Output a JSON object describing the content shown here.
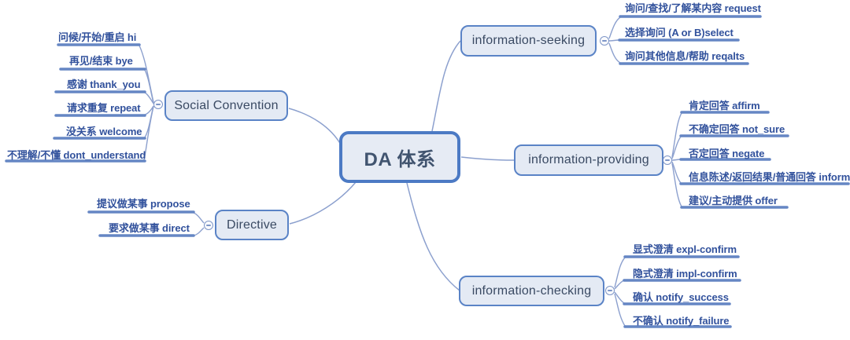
{
  "diagram": {
    "root": {
      "label": "DA 体系"
    },
    "branches": [
      {
        "id": "social-convention",
        "label": "Social Convention",
        "children": [
          {
            "label": "问候/开始/重启 hi"
          },
          {
            "label": "再见/结束 bye"
          },
          {
            "label": "感谢 thank_you"
          },
          {
            "label": "请求重复 repeat"
          },
          {
            "label": "没关系 welcome"
          },
          {
            "label": "不理解/不懂 dont_understand"
          }
        ]
      },
      {
        "id": "directive",
        "label": "Directive",
        "children": [
          {
            "label": "提议做某事 propose"
          },
          {
            "label": "要求做某事 direct"
          }
        ]
      },
      {
        "id": "information-seeking",
        "label": "information-seeking",
        "children": [
          {
            "label": "询问/查找/了解某内容 request"
          },
          {
            "label": "选择询问 (A or B)select"
          },
          {
            "label": "询问其他信息/帮助 reqalts"
          }
        ]
      },
      {
        "id": "information-providing",
        "label": "information-providing",
        "children": [
          {
            "label": "肯定回答 affirm"
          },
          {
            "label": "不确定回答 not_sure"
          },
          {
            "label": "否定回答 negate"
          },
          {
            "label": "信息陈述/返回结果/普通回答 inform"
          },
          {
            "label": "建议/主动提供 offer"
          }
        ]
      },
      {
        "id": "information-checking",
        "label": "information-checking",
        "children": [
          {
            "label": "显式澄清 expl-confirm"
          },
          {
            "label": "隐式澄清 impl-confirm"
          },
          {
            "label": "确认 notify_success"
          },
          {
            "label": "不确认 notify_failure"
          }
        ]
      }
    ],
    "colors": {
      "root_border": "#4c7ac4",
      "root_fill": "#e6ebf4",
      "root_text": "#41546f",
      "branch_border": "#5a83c6",
      "branch_fill": "#e4eaf4",
      "branch_text": "#3a4a63",
      "child_text": "#31519c",
      "branch_underline": "#6586c4",
      "connector_line": "#8ca0ce",
      "background": "#ffffff"
    }
  }
}
